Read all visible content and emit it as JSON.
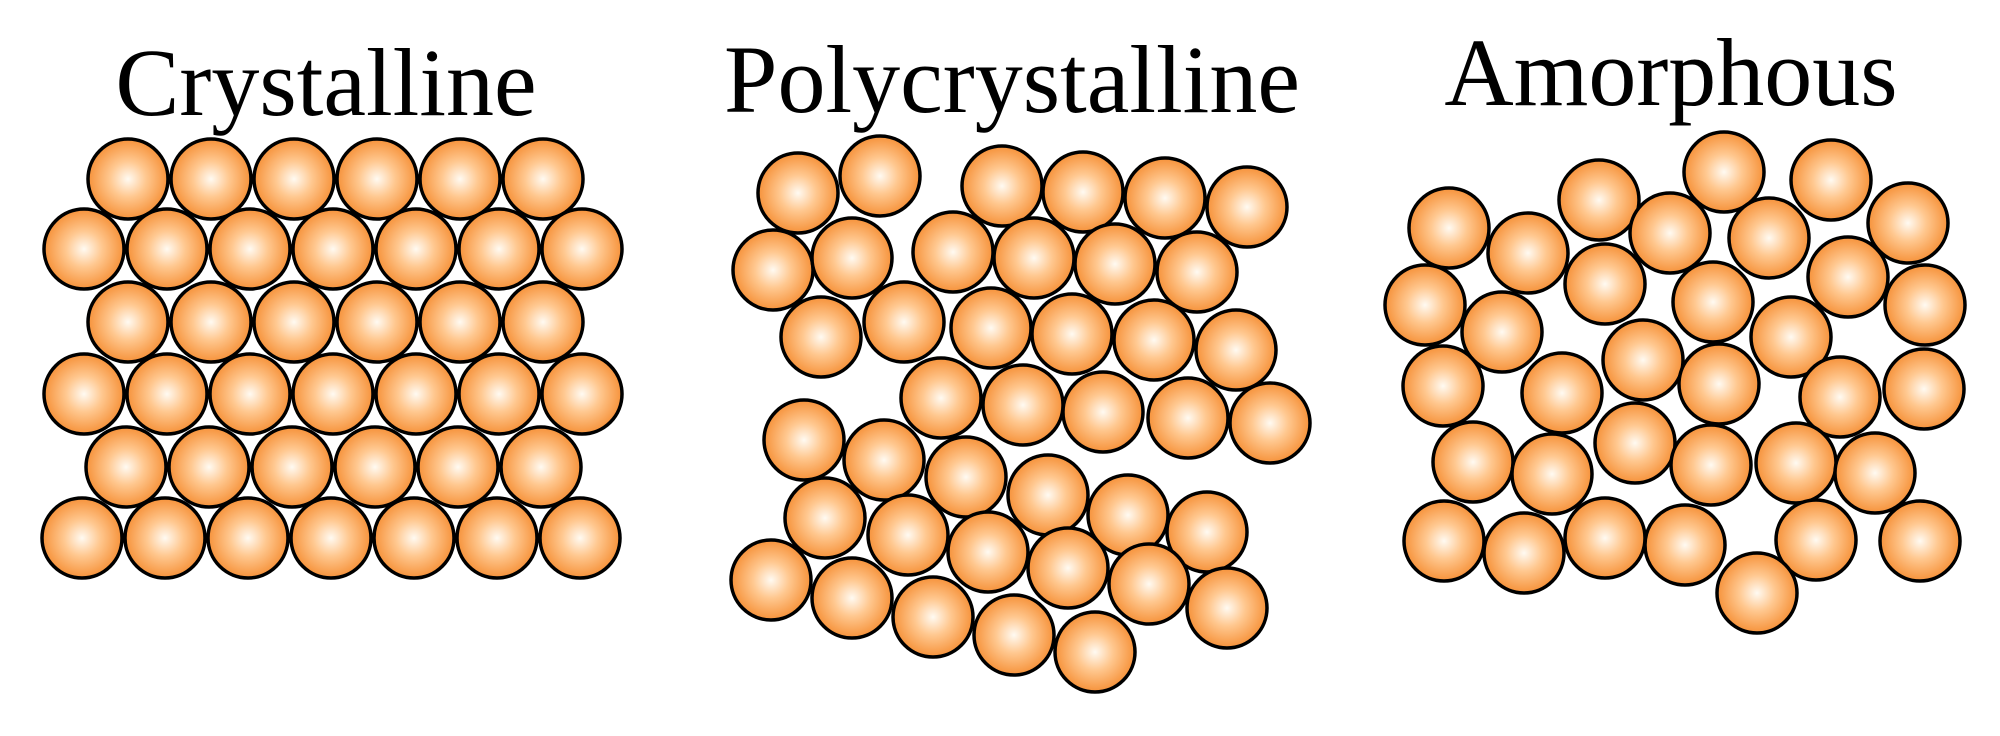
{
  "colors": {
    "atom_center": "#fffaf2",
    "atom_mid": "#ffc890",
    "atom_edge": "#f6923a",
    "atom_outline": "#000000",
    "background": "#ffffff",
    "text": "#000000"
  },
  "panels": [
    {
      "title": "Crystalline"
    },
    {
      "title": "Polycrystalline"
    },
    {
      "title": "Amorphous"
    }
  ]
}
